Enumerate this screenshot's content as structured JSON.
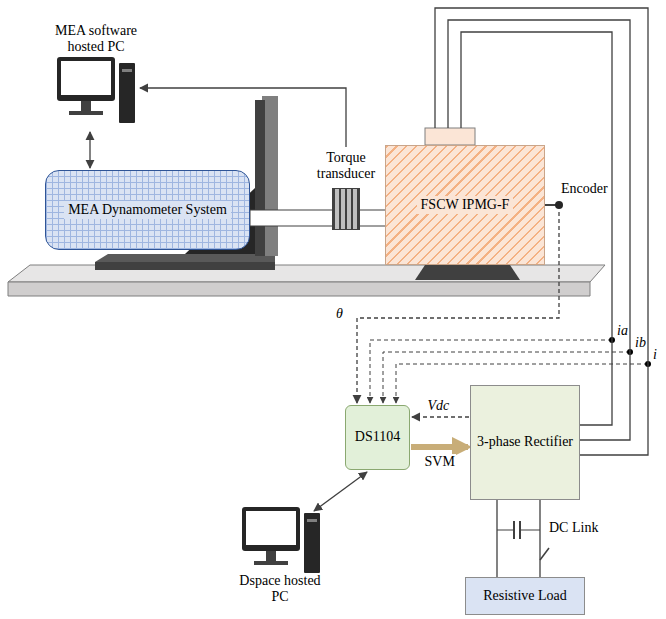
{
  "diagram": {
    "nodes": [
      {
        "text": [
          "MEA software hosted PC"
        ]
      },
      {
        "text": [
          "MEA Dynamometer System"
        ]
      },
      {
        "text": [
          "Torque transducer"
        ]
      },
      {
        "text": [
          "FSCW IPMG-F"
        ]
      },
      {
        "text": [
          "DS1104"
        ]
      },
      {
        "text": [
          "3-phase Rectifier"
        ]
      },
      {
        "text": [
          "Dspace hosted PC"
        ]
      },
      {
        "text": [
          "Resistive Load"
        ]
      }
    ],
    "edges": [
      {
        "from": 0,
        "to": 1,
        "arrow": "both"
      },
      {
        "from": 2,
        "to": 0,
        "arrow": "to"
      },
      {
        "from": 3,
        "to": 4,
        "arrow": "to",
        "label": "θ"
      },
      {
        "from": 3,
        "to": 5,
        "arrow": "none"
      },
      {
        "from": 3,
        "to": 5,
        "arrow": "none"
      },
      {
        "from": 3,
        "to": 5,
        "arrow": "none"
      },
      {
        "from": 5,
        "to": 4,
        "arrow": "to",
        "label": "Vdc"
      },
      {
        "from": 4,
        "to": 5,
        "arrow": "to",
        "label": "SVM"
      },
      {
        "from": 4,
        "to": 6,
        "arrow": "both"
      },
      {
        "from": 5,
        "to": 7,
        "arrow": "none"
      },
      {
        "from": 5,
        "to": 7,
        "arrow": "none"
      }
    ],
    "labels": [
      "Encoder",
      "ia",
      "ib",
      "i",
      "DC Link"
    ]
  }
}
